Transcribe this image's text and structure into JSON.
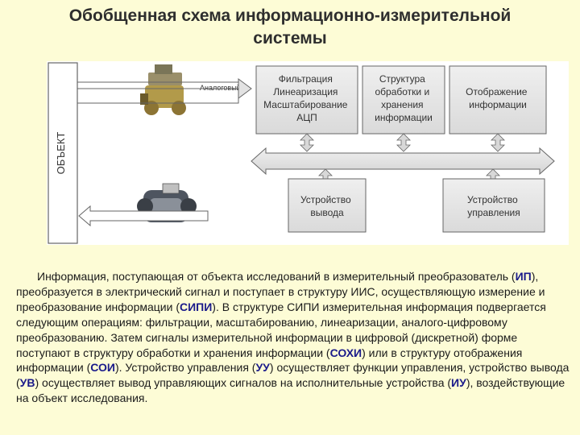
{
  "title": {
    "line1": "Обобщенная схема информационно-измерительной",
    "line2": "системы"
  },
  "diagram": {
    "object_label": "ОБЪЕКТ",
    "signal_label": "Аналоговый",
    "blocks": {
      "filter": [
        "Фильтрация",
        "Линеаризация",
        "Масштабирование",
        "АЦП"
      ],
      "processing": [
        "Структура",
        "обработки и",
        "хранения",
        "информации"
      ],
      "display": [
        "Отображение",
        "информации"
      ],
      "output": [
        "Устройство",
        "вывода"
      ],
      "control": [
        "Устройство",
        "управления"
      ]
    },
    "colors": {
      "block_fill": "#e6e6e6",
      "bus_fill": "#e0e0e0",
      "outline": "#666666"
    }
  },
  "paragraph": [
    {
      "t": "Информация, поступающая от объекта исследований в измерительный преобразователь (",
      "hl": false
    },
    {
      "t": "ИП",
      "hl": true
    },
    {
      "t": "), преобразуется в электрический сигнал и поступает в структуру ИИС, осуществляющую измерение и преобразование информации (",
      "hl": false
    },
    {
      "t": "СИПИ",
      "hl": true
    },
    {
      "t": "). В структуре СИПИ измерительная информация подвергается следующим операциям: фильтрации, масштабированию, линеаризации, аналого-цифровому преобразованию. Затем сигналы измерительной информации в цифровой (дискретной) форме поступают в структуру обработки и хранения информации (",
      "hl": false
    },
    {
      "t": "СОХИ",
      "hl": true
    },
    {
      "t": ") или в структуру отображения информации (",
      "hl": false
    },
    {
      "t": "СОИ",
      "hl": true
    },
    {
      "t": "). Устройство управления (",
      "hl": false
    },
    {
      "t": "УУ",
      "hl": true
    },
    {
      "t": ") осуществляет функции управления, устройство вывода (",
      "hl": false
    },
    {
      "t": "УВ",
      "hl": true
    },
    {
      "t": ") осуществляет вывод управляющих сигналов на исполнительные устройства (",
      "hl": false
    },
    {
      "t": "ИУ",
      "hl": true
    },
    {
      "t": "), воздействующие на объект исследования.",
      "hl": false
    }
  ]
}
